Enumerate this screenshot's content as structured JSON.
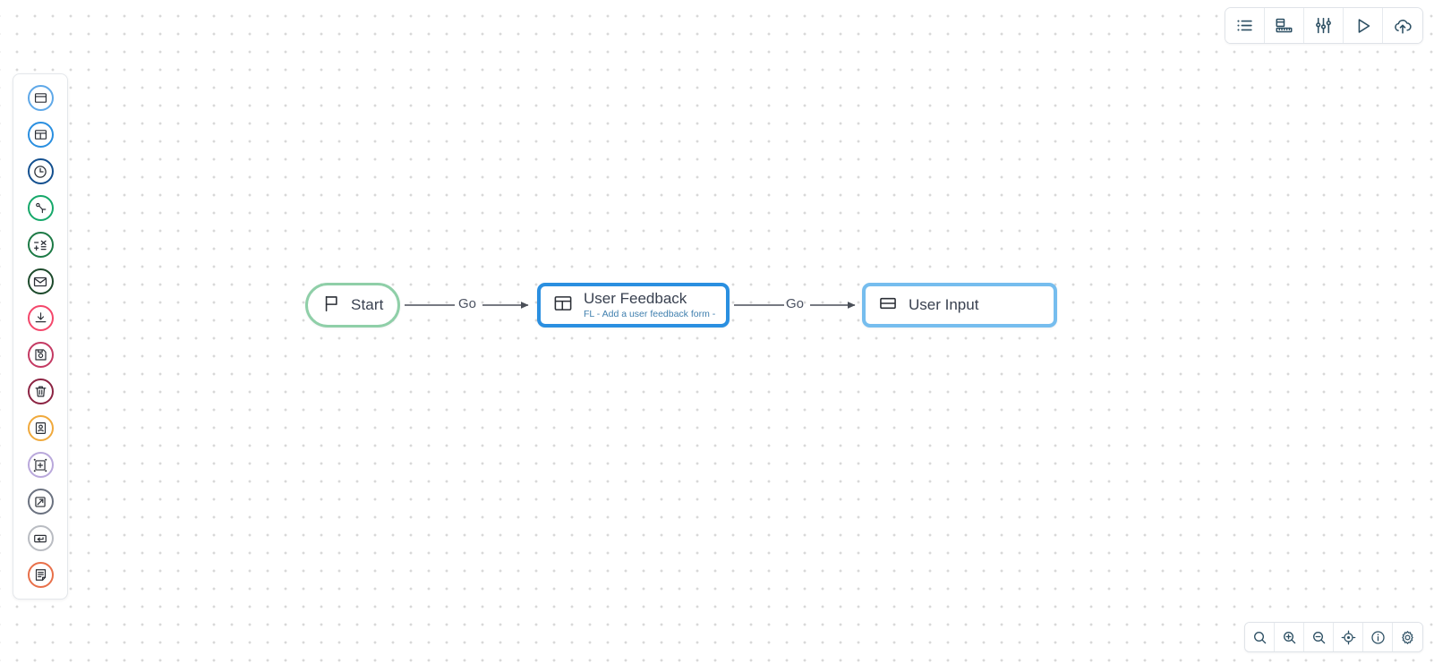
{
  "canvas": {
    "background_color": "#ffffff",
    "dot_color": "#d8d8d8",
    "dot_spacing": 20
  },
  "top_toolbar": {
    "buttons": [
      {
        "name": "list-view-icon",
        "label": "List"
      },
      {
        "name": "layout-ruler-icon",
        "label": "Layout"
      },
      {
        "name": "sliders-settings-icon",
        "label": "Settings"
      },
      {
        "name": "play-run-icon",
        "label": "Run"
      },
      {
        "name": "cloud-upload-icon",
        "label": "Publish"
      }
    ]
  },
  "bottom_toolbar": {
    "buttons": [
      {
        "name": "search-icon",
        "label": "Search"
      },
      {
        "name": "zoom-in-icon",
        "label": "Zoom In"
      },
      {
        "name": "zoom-out-icon",
        "label": "Zoom Out"
      },
      {
        "name": "center-target-icon",
        "label": "Fit to Screen"
      },
      {
        "name": "info-icon",
        "label": "Info"
      },
      {
        "name": "gear-icon",
        "label": "Settings"
      }
    ]
  },
  "left_palette": {
    "items": [
      {
        "name": "palette-item-window",
        "icon": "window-icon",
        "color": "#5fa8e8"
      },
      {
        "name": "palette-item-layout",
        "icon": "layout-panel-icon",
        "color": "#2a8fe0"
      },
      {
        "name": "palette-item-clock",
        "icon": "clock-icon",
        "color": "#14508f"
      },
      {
        "name": "palette-item-branch",
        "icon": "branch-node-icon",
        "color": "#16a86a"
      },
      {
        "name": "palette-item-calculator",
        "icon": "math-operators-icon",
        "color": "#1d7a46"
      },
      {
        "name": "palette-item-mail",
        "icon": "envelope-icon",
        "color": "#1d4a2c"
      },
      {
        "name": "palette-item-download",
        "icon": "download-icon",
        "color": "#f4476b"
      },
      {
        "name": "palette-item-save",
        "icon": "floppy-save-icon",
        "color": "#c43a63"
      },
      {
        "name": "palette-item-delete",
        "icon": "trash-icon",
        "color": "#8c2443"
      },
      {
        "name": "palette-item-id-card",
        "icon": "id-card-icon",
        "color": "#f0a93c"
      },
      {
        "name": "palette-item-add-image",
        "icon": "add-frame-icon",
        "color": "#b9a8db"
      },
      {
        "name": "palette-item-expand",
        "icon": "arrow-expand-icon",
        "color": "#6b7280"
      },
      {
        "name": "palette-item-return",
        "icon": "enter-return-icon",
        "color": "#b9bcc2"
      },
      {
        "name": "palette-item-note",
        "icon": "note-document-icon",
        "color": "#e8704a"
      }
    ]
  },
  "flow": {
    "nodes": [
      {
        "id": "start",
        "name": "node-start",
        "title": "Start",
        "subtitle": "",
        "icon": "flag-icon",
        "border_color": "#8fcfa8",
        "shape": "pill"
      },
      {
        "id": "user-feedback",
        "name": "node-user-feedback",
        "title": "User Feedback",
        "subtitle": "FL - Add a user feedback form -",
        "icon": "layout-panel-icon",
        "border_color": "#2a8fe0",
        "shape": "rect"
      },
      {
        "id": "user-input",
        "name": "node-user-input",
        "title": "User Input",
        "subtitle": "",
        "icon": "input-field-icon",
        "border_color": "#76bdee",
        "shape": "rect"
      }
    ],
    "edges": [
      {
        "id": "edge-start-to-feedback",
        "name": "edge-label-go-1",
        "label": "Go",
        "from": "start",
        "to": "user-feedback"
      },
      {
        "id": "edge-feedback-to-input",
        "name": "edge-label-go-2",
        "label": "Go",
        "from": "user-feedback",
        "to": "user-input"
      }
    ]
  }
}
